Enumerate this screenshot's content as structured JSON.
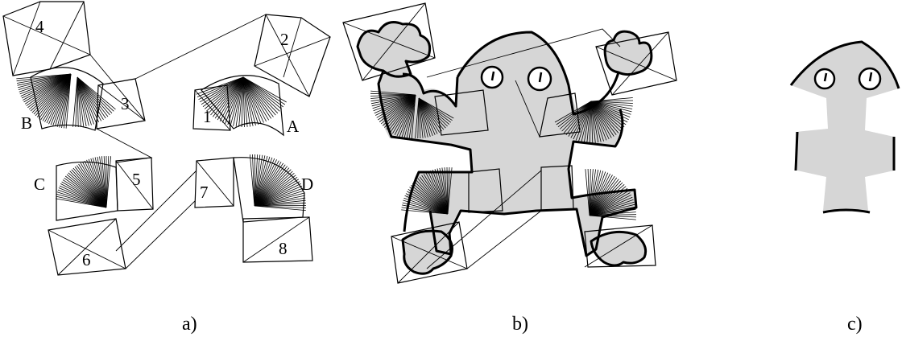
{
  "panel_a": {
    "numbers": [
      "1",
      "2",
      "3",
      "4",
      "5",
      "6",
      "7",
      "8"
    ],
    "letters": [
      "A",
      "B",
      "C",
      "D"
    ]
  },
  "captions": [
    "a)",
    "b)",
    "c)"
  ]
}
